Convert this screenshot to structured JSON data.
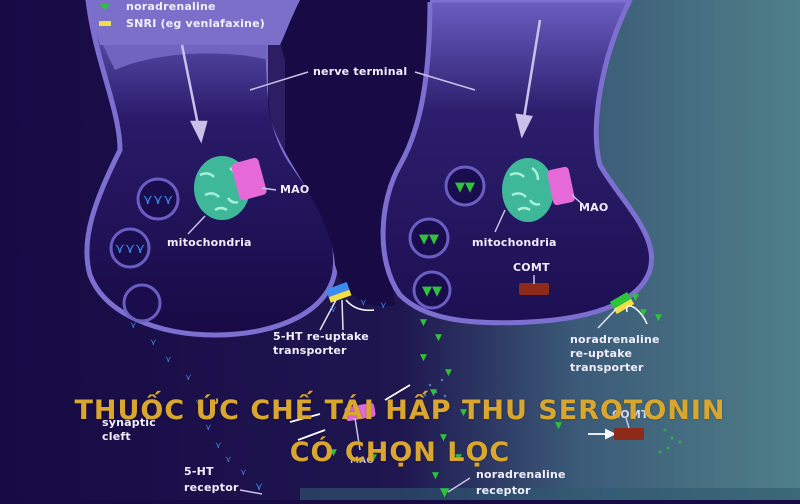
{
  "legend": {
    "items": [
      {
        "label": "noradrenaline",
        "color": "#2ec43a",
        "shape": "green-heart-icon"
      },
      {
        "label": "SNRI (eg venlafaxine)",
        "color": "#f0e045",
        "shape": "yellow-bar-icon"
      }
    ]
  },
  "labels": {
    "nerve_terminal": "nerve terminal",
    "left_mao": "MAO",
    "left_mitochondria": "mitochondria",
    "right_mao": "MAO",
    "right_mitochondria": "mitochondria",
    "comt_top": "COMT",
    "comt_bottom": "COMT",
    "ht_transporter_line1": "5-HT re-uptake",
    "ht_transporter_line2": "transporter",
    "na_transporter_line1": "noradrenaline",
    "na_transporter_line2": "re-uptake",
    "na_transporter_line3": "transporter",
    "synaptic_line1": "synaptic",
    "synaptic_line2": "cleft",
    "ht_receptor_line1": "5-HT",
    "ht_receptor_line2": "receptor",
    "na_receptor_line1": "noradrenaline",
    "na_receptor_line2": "receptor",
    "mao_bottom": "MAO"
  },
  "title": {
    "line1": "THUỐC ỨC CHẾ TÁI HẤP THU SEROTONIN",
    "line2": "CÓ CHỌN LỌC"
  },
  "colors": {
    "background_dark": "#170a45",
    "membrane": "#7d6fd0",
    "teal_bg": "#4e7f86",
    "mitochondria": "#3fb89a",
    "mao": "#e56ad8",
    "comt": "#8e2a1a",
    "serotonin": "#3a8cf0",
    "noradrenaline": "#2ec43a",
    "title_gold": "#d9a62e"
  }
}
